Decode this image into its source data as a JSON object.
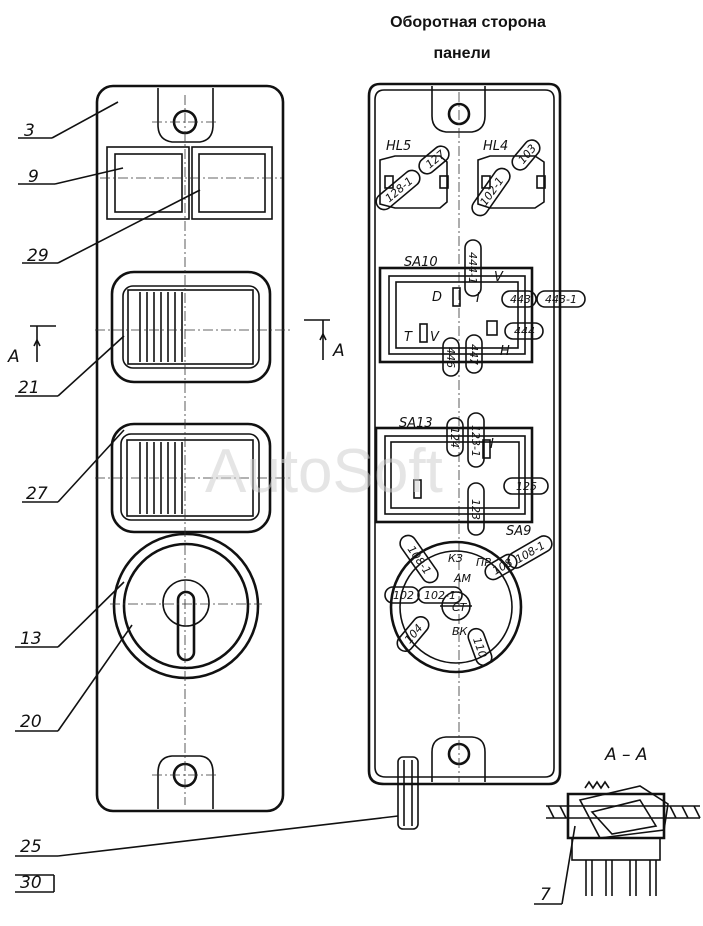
{
  "title": {
    "line1": "Оборотная сторона",
    "line2": "панели"
  },
  "callouts": {
    "c3": "3",
    "c9": "9",
    "c29": "29",
    "c21": "21",
    "c27": "27",
    "c13": "13",
    "c20": "20",
    "c25": "25",
    "c30": "30",
    "c7": "7"
  },
  "section": {
    "left": "A",
    "right": "A",
    "view": "A – A"
  },
  "components": {
    "hl5": "HL5",
    "hl4": "HL4",
    "sa10": "SA10",
    "sa13": "SA13",
    "sa9": "SA9"
  },
  "switch_marks": {
    "d": "D",
    "i": "I",
    "t": "T",
    "v": "V",
    "v2": "V",
    "h": "H",
    "i2": "I"
  },
  "sa9_positions": {
    "kz": "КЗ",
    "pr": "ПР",
    "am": "АМ",
    "st": "СТ",
    "vk": "ВК"
  },
  "wire_tags": {
    "w128_1": "128-1",
    "w127": "127",
    "w102_1a": "102-1",
    "w103": "103",
    "w444_1": "444-1",
    "w443": "443",
    "w443_1": "443-1",
    "w444": "444",
    "w446": "446",
    "w447": "447",
    "w124": "124",
    "w123_1": "123-1",
    "w123": "123",
    "w125": "125",
    "w108_1a": "108-1",
    "w108": "108",
    "w108_1b": "108-1",
    "w102": "102",
    "w102_1b": "102-1",
    "w104": "104",
    "w110": "110"
  },
  "watermark": "AutoSoft"
}
